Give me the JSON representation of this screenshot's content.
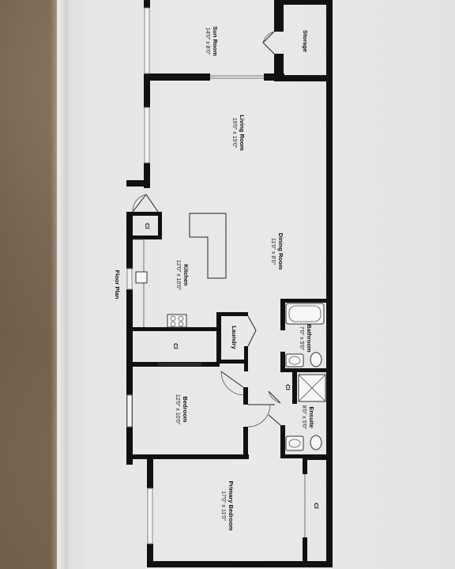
{
  "plan": {
    "caption": "Floor Plan",
    "rooms": [
      {
        "name": "Sun Room",
        "size": "14'0\" x 8'0\""
      },
      {
        "name": "Storage",
        "size": ""
      },
      {
        "name": "Living Room",
        "size": "19'0\" x 15'0\""
      },
      {
        "name": "Dining Room",
        "size": "11'0\" x 8'0\""
      },
      {
        "name": "Kitchen",
        "size": "12'0\" x 10'0\""
      },
      {
        "name": "Laundry",
        "size": ""
      },
      {
        "name": "Bathroom",
        "size": "7'0\" x 5'0\""
      },
      {
        "name": "Cl",
        "size": ""
      },
      {
        "name": "Cl",
        "size": ""
      },
      {
        "name": "Bedroom",
        "size": "12'0\" x 10'0\""
      },
      {
        "name": "Ensuite",
        "size": "8'0\" x 5'0\""
      },
      {
        "name": "Cl",
        "size": ""
      },
      {
        "name": "Primary Bedroom",
        "size": "17'0\" x 11'0\""
      },
      {
        "name": "Cl",
        "size": ""
      }
    ]
  }
}
